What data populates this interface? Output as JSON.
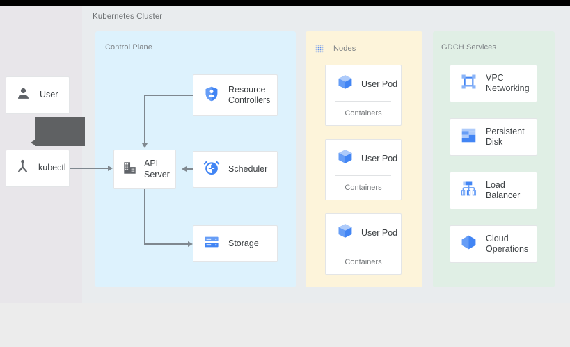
{
  "diagram": {
    "title": "Kubernetes Cluster",
    "colors": {
      "control_plane_bg": "#ddf2fd",
      "nodes_bg": "#fdf4da",
      "gdch_bg": "#e0efe5",
      "canvas_bg": "#e9ecee",
      "left_bg": "#e8e6ea",
      "icon_blue": "#4285f4",
      "icon_blue_light": "#8ab4f8",
      "connector": "#7f888f",
      "tooltip_block": "#5f6163",
      "card_bg": "#ffffff",
      "card_border": "#e3e5e7",
      "label_text": "#7c8084",
      "body_text": "#3c4043"
    },
    "actors": [
      {
        "id": "user",
        "label": "User",
        "icon": "person-icon"
      },
      {
        "id": "kubectl",
        "label": "kubectl",
        "icon": "kubectl-icon"
      }
    ],
    "panels": [
      {
        "id": "control-plane",
        "label": "Control Plane",
        "icon": null,
        "items": [
          {
            "id": "resource-controllers",
            "label": "Resource Controllers",
            "icon": "shield-person-icon"
          },
          {
            "id": "api-server",
            "label": "API Server",
            "icon": "building-icon"
          },
          {
            "id": "scheduler",
            "label": "Scheduler",
            "icon": "alarm-clock-icon"
          },
          {
            "id": "storage",
            "label": "Storage",
            "icon": "database-icon"
          }
        ]
      },
      {
        "id": "nodes",
        "label": "Nodes",
        "icon": "dot-grid-icon",
        "items": [
          {
            "id": "user-pod-1",
            "label": "User Pod",
            "icon": "cube-icon",
            "sublabel": "Containers"
          },
          {
            "id": "user-pod-2",
            "label": "User Pod",
            "icon": "cube-icon",
            "sublabel": "Containers"
          },
          {
            "id": "user-pod-3",
            "label": "User Pod",
            "icon": "cube-icon",
            "sublabel": "Containers"
          }
        ]
      },
      {
        "id": "gdch-services",
        "label": "GDCH Services",
        "icon": null,
        "items": [
          {
            "id": "vpc-networking",
            "label": "VPC Networking",
            "icon": "vpc-network-icon"
          },
          {
            "id": "persistent-disk",
            "label": "Persistent Disk",
            "icon": "persistent-disk-icon"
          },
          {
            "id": "load-balancer",
            "label": "Load Balancer",
            "icon": "load-balancer-icon"
          },
          {
            "id": "cloud-operations",
            "label": "Cloud Operations",
            "icon": "cloud-operations-icon"
          }
        ]
      }
    ],
    "connections": [
      {
        "from": "kubectl",
        "to": "api-server",
        "direction": "right"
      },
      {
        "from": "resource-controllers",
        "to": "api-server",
        "direction": "down"
      },
      {
        "from": "scheduler",
        "to": "api-server",
        "direction": "left"
      },
      {
        "from": "api-server",
        "to": "storage",
        "direction": "right"
      }
    ]
  }
}
